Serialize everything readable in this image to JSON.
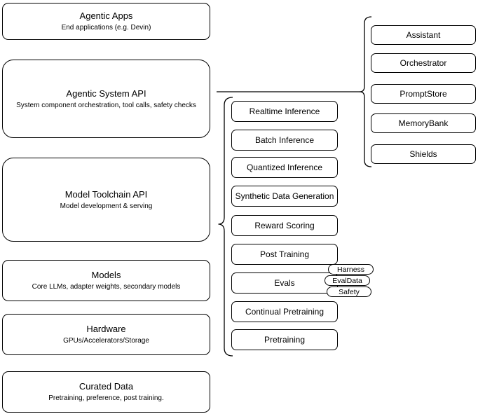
{
  "diagram": {
    "left_stack": [
      {
        "title": "Agentic Apps",
        "subtitle": "End applications (e.g. Devin)"
      },
      {
        "title": "Agentic System API",
        "subtitle": "System component orchestration, tool calls, safety checks"
      },
      {
        "title": "Model Toolchain API",
        "subtitle": "Model development & serving"
      },
      {
        "title": "Models",
        "subtitle": "Core LLMs, adapter weights, secondary models"
      },
      {
        "title": "Hardware",
        "subtitle": "GPUs/Accelerators/Storage"
      },
      {
        "title": "Curated Data",
        "subtitle": "Pretraining, preference, post training."
      }
    ],
    "toolchain_items": [
      "Realtime Inference",
      "Batch Inference",
      "Quantized Inference",
      "Synthetic Data Generation",
      "Reward Scoring",
      "Post Training",
      "Evals",
      "Continual Pretraining",
      "Pretraining"
    ],
    "eval_tags": [
      "Harness",
      "EvalData",
      "Safety"
    ],
    "system_components": [
      "Assistant",
      "Orchestrator",
      "PromptStore",
      "MemoryBank",
      "Shields"
    ],
    "colors": {
      "stroke": "#000000",
      "fill": "#ffffff",
      "background": "#ffffff"
    }
  }
}
